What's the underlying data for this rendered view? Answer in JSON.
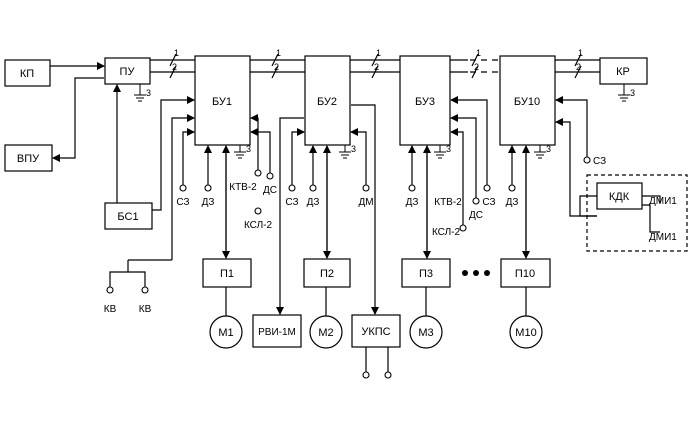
{
  "blocks": {
    "kp": "КП",
    "vpu": "ВПУ",
    "pu": "ПУ",
    "bs1": "БС1",
    "bu1": "БУ1",
    "bu2": "БУ2",
    "bu3": "БУ3",
    "bu10": "БУ10",
    "kr": "КР",
    "p1": "П1",
    "p2": "П2",
    "p3": "П3",
    "p10": "П10",
    "m1": "М1",
    "m2": "М2",
    "m3": "М3",
    "m10": "М10",
    "rvi": "РВИ-1М",
    "ukps": "УКПС",
    "kdk": "КДК"
  },
  "bus": {
    "line1": "1",
    "line2": "2"
  },
  "ground_number": "3",
  "labels": {
    "sz": "СЗ",
    "dz": "ДЗ",
    "ktv2": "КТВ-2",
    "ds": "ДС",
    "ksl2": "КСЛ-2",
    "dm": "ДМ",
    "kv": "КВ",
    "dmi1": "ДМИ1"
  }
}
